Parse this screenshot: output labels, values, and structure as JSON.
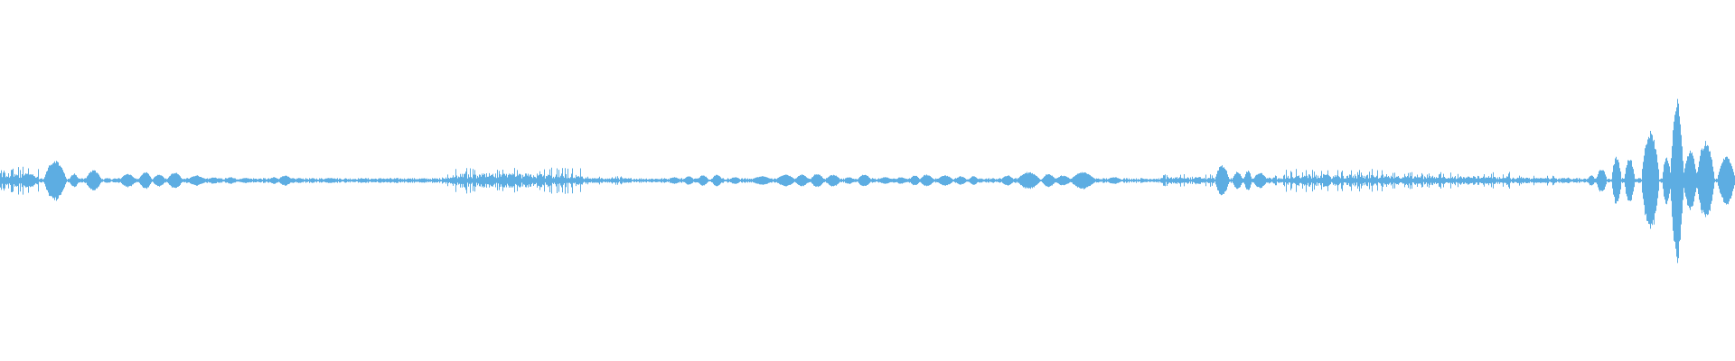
{
  "waveform": {
    "color": "#5dade2",
    "background": "#ffffff",
    "baseline_amplitude": 0.012,
    "segments": [
      {
        "start": 0.0,
        "end": 0.005,
        "peak": 0.06,
        "kind": "burst"
      },
      {
        "start": 0.005,
        "end": 0.022,
        "peak": 0.09,
        "kind": "dense"
      },
      {
        "start": 0.025,
        "end": 0.038,
        "peak": 0.12,
        "kind": "lobe"
      },
      {
        "start": 0.04,
        "end": 0.045,
        "peak": 0.04,
        "kind": "lobe"
      },
      {
        "start": 0.049,
        "end": 0.058,
        "peak": 0.06,
        "kind": "lobe"
      },
      {
        "start": 0.069,
        "end": 0.078,
        "peak": 0.04,
        "kind": "lobe"
      },
      {
        "start": 0.08,
        "end": 0.087,
        "peak": 0.05,
        "kind": "lobe"
      },
      {
        "start": 0.088,
        "end": 0.095,
        "peak": 0.035,
        "kind": "lobe"
      },
      {
        "start": 0.096,
        "end": 0.105,
        "peak": 0.045,
        "kind": "lobe"
      },
      {
        "start": 0.108,
        "end": 0.118,
        "peak": 0.03,
        "kind": "lobe"
      },
      {
        "start": 0.12,
        "end": 0.126,
        "peak": 0.02,
        "kind": "lobe"
      },
      {
        "start": 0.13,
        "end": 0.135,
        "peak": 0.02,
        "kind": "lobe"
      },
      {
        "start": 0.138,
        "end": 0.145,
        "peak": 0.015,
        "kind": "lobe"
      },
      {
        "start": 0.155,
        "end": 0.16,
        "peak": 0.02,
        "kind": "lobe"
      },
      {
        "start": 0.16,
        "end": 0.168,
        "peak": 0.03,
        "kind": "lobe"
      },
      {
        "start": 0.17,
        "end": 0.175,
        "peak": 0.015,
        "kind": "lobe"
      },
      {
        "start": 0.185,
        "end": 0.195,
        "peak": 0.015,
        "kind": "lobe"
      },
      {
        "start": 0.205,
        "end": 0.212,
        "peak": 0.012,
        "kind": "lobe"
      },
      {
        "start": 0.218,
        "end": 0.223,
        "peak": 0.012,
        "kind": "lobe"
      },
      {
        "start": 0.233,
        "end": 0.238,
        "peak": 0.012,
        "kind": "lobe"
      },
      {
        "start": 0.255,
        "end": 0.262,
        "peak": 0.035,
        "kind": "dense"
      },
      {
        "start": 0.262,
        "end": 0.335,
        "peak": 0.075,
        "kind": "dense"
      },
      {
        "start": 0.335,
        "end": 0.36,
        "peak": 0.025,
        "kind": "dense"
      },
      {
        "start": 0.385,
        "end": 0.392,
        "peak": 0.02,
        "kind": "lobe"
      },
      {
        "start": 0.394,
        "end": 0.4,
        "peak": 0.025,
        "kind": "lobe"
      },
      {
        "start": 0.402,
        "end": 0.408,
        "peak": 0.03,
        "kind": "lobe"
      },
      {
        "start": 0.41,
        "end": 0.416,
        "peak": 0.035,
        "kind": "lobe"
      },
      {
        "start": 0.42,
        "end": 0.427,
        "peak": 0.02,
        "kind": "lobe"
      },
      {
        "start": 0.433,
        "end": 0.445,
        "peak": 0.025,
        "kind": "lobe"
      },
      {
        "start": 0.447,
        "end": 0.458,
        "peak": 0.035,
        "kind": "lobe"
      },
      {
        "start": 0.458,
        "end": 0.466,
        "peak": 0.035,
        "kind": "lobe"
      },
      {
        "start": 0.467,
        "end": 0.475,
        "peak": 0.04,
        "kind": "lobe"
      },
      {
        "start": 0.476,
        "end": 0.484,
        "peak": 0.035,
        "kind": "lobe"
      },
      {
        "start": 0.486,
        "end": 0.492,
        "peak": 0.02,
        "kind": "lobe"
      },
      {
        "start": 0.494,
        "end": 0.502,
        "peak": 0.035,
        "kind": "lobe"
      },
      {
        "start": 0.506,
        "end": 0.514,
        "peak": 0.02,
        "kind": "lobe"
      },
      {
        "start": 0.516,
        "end": 0.522,
        "peak": 0.02,
        "kind": "lobe"
      },
      {
        "start": 0.524,
        "end": 0.53,
        "peak": 0.03,
        "kind": "lobe"
      },
      {
        "start": 0.53,
        "end": 0.538,
        "peak": 0.035,
        "kind": "lobe"
      },
      {
        "start": 0.54,
        "end": 0.549,
        "peak": 0.03,
        "kind": "lobe"
      },
      {
        "start": 0.55,
        "end": 0.557,
        "peak": 0.025,
        "kind": "lobe"
      },
      {
        "start": 0.558,
        "end": 0.564,
        "peak": 0.025,
        "kind": "lobe"
      },
      {
        "start": 0.577,
        "end": 0.584,
        "peak": 0.03,
        "kind": "lobe"
      },
      {
        "start": 0.586,
        "end": 0.599,
        "peak": 0.05,
        "kind": "lobe"
      },
      {
        "start": 0.6,
        "end": 0.608,
        "peak": 0.04,
        "kind": "lobe"
      },
      {
        "start": 0.608,
        "end": 0.617,
        "peak": 0.03,
        "kind": "lobe"
      },
      {
        "start": 0.617,
        "end": 0.631,
        "peak": 0.05,
        "kind": "lobe"
      },
      {
        "start": 0.638,
        "end": 0.646,
        "peak": 0.02,
        "kind": "lobe"
      },
      {
        "start": 0.67,
        "end": 0.7,
        "peak": 0.04,
        "kind": "dense"
      },
      {
        "start": 0.7,
        "end": 0.708,
        "peak": 0.09,
        "kind": "lobe"
      },
      {
        "start": 0.71,
        "end": 0.716,
        "peak": 0.05,
        "kind": "lobe"
      },
      {
        "start": 0.717,
        "end": 0.721,
        "peak": 0.06,
        "kind": "lobe"
      },
      {
        "start": 0.722,
        "end": 0.73,
        "peak": 0.045,
        "kind": "lobe"
      },
      {
        "start": 0.73,
        "end": 0.74,
        "peak": 0.035,
        "kind": "dense"
      },
      {
        "start": 0.74,
        "end": 0.8,
        "peak": 0.065,
        "kind": "dense"
      },
      {
        "start": 0.8,
        "end": 0.87,
        "peak": 0.05,
        "kind": "dense"
      },
      {
        "start": 0.87,
        "end": 0.905,
        "peak": 0.03,
        "kind": "dense"
      },
      {
        "start": 0.915,
        "end": 0.919,
        "peak": 0.03,
        "kind": "lobe"
      },
      {
        "start": 0.92,
        "end": 0.926,
        "peak": 0.07,
        "kind": "lobe"
      },
      {
        "start": 0.929,
        "end": 0.934,
        "peak": 0.14,
        "kind": "lobe"
      },
      {
        "start": 0.936,
        "end": 0.942,
        "peak": 0.13,
        "kind": "lobe"
      },
      {
        "start": 0.946,
        "end": 0.956,
        "peak": 0.3,
        "kind": "lobe"
      },
      {
        "start": 0.958,
        "end": 0.963,
        "peak": 0.14,
        "kind": "lobe"
      },
      {
        "start": 0.963,
        "end": 0.97,
        "peak": 0.47,
        "kind": "lobe"
      },
      {
        "start": 0.97,
        "end": 0.978,
        "peak": 0.17,
        "kind": "lobe"
      },
      {
        "start": 0.978,
        "end": 0.988,
        "peak": 0.23,
        "kind": "lobe"
      },
      {
        "start": 0.99,
        "end": 1.0,
        "peak": 0.14,
        "kind": "lobe"
      }
    ]
  }
}
